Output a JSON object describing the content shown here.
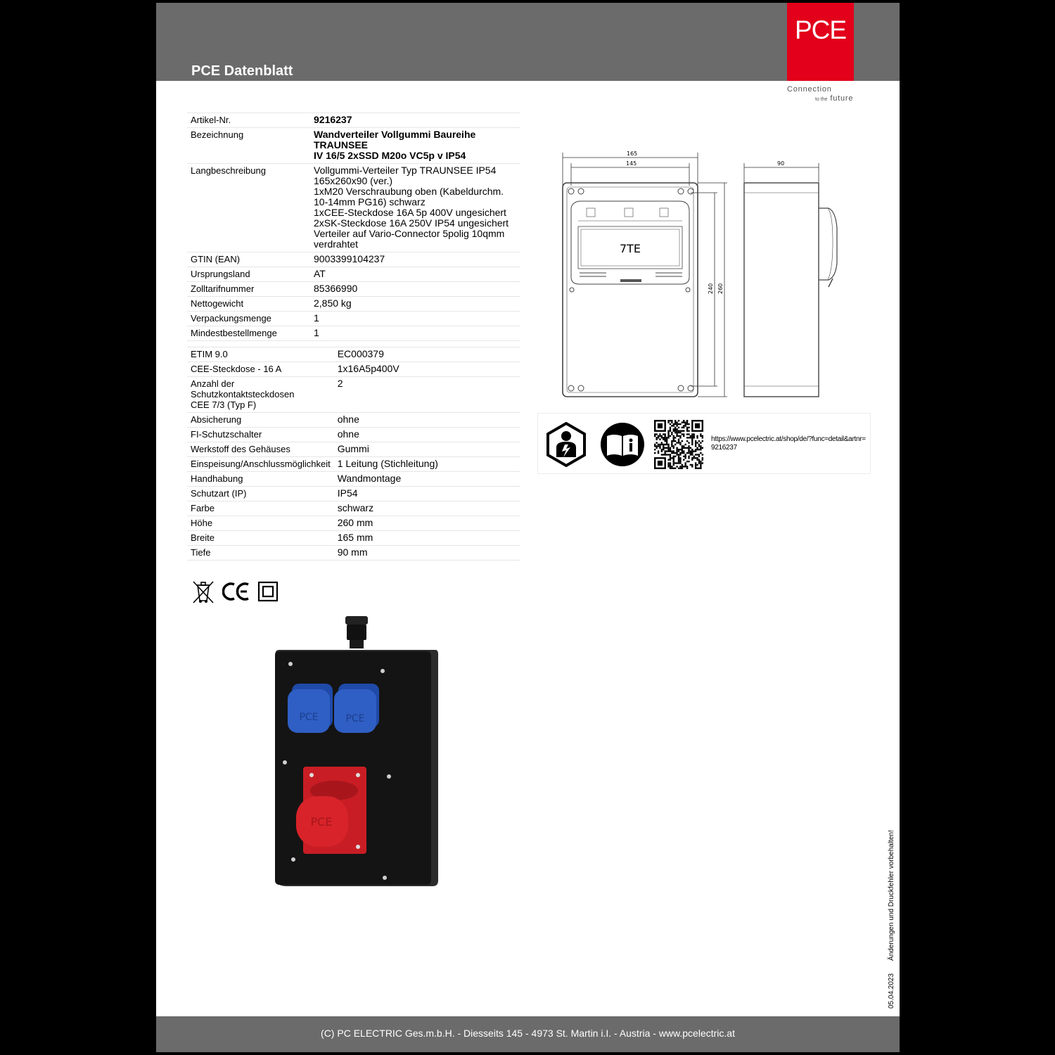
{
  "header": {
    "title": "PCE Datenblatt"
  },
  "brand": {
    "logo_text": "PCE",
    "tagline_line1": "Connection",
    "tagline_small": "to the",
    "tagline_word": "future",
    "color": "#e2001a"
  },
  "main_table": [
    {
      "label": "Artikel-Nr.",
      "value": "9216237",
      "bold": true
    },
    {
      "label": "Bezeichnung",
      "value": "Wandverteiler Vollgummi Baureihe TRAUNSEE\nIV 16/5 2xSSD M20o VC5p v IP54",
      "bold": true
    },
    {
      "label": "Langbeschreibung",
      "value": "Vollgummi-Verteiler Typ TRAUNSEE IP54\n165x260x90 (ver.)\n1xM20 Verschraubung oben (Kabeldurchm.\n10-14mm PG16) schwarz\n1xCEE-Steckdose 16A 5p 400V ungesichert\n2xSK-Steckdose 16A 250V IP54 ungesichert\nVerteiler auf Vario-Connector 5polig 10qmm\nverdrahtet"
    },
    {
      "label": "GTIN (EAN)",
      "value": "9003399104237"
    },
    {
      "label": "Ursprungsland",
      "value": "AT"
    },
    {
      "label": "Zolltarifnummer",
      "value": "85366990"
    },
    {
      "label": "Nettogewicht",
      "value": "2,850 kg"
    },
    {
      "label": "Verpackungsmenge",
      "value": "1"
    },
    {
      "label": "Mindestbestellmenge",
      "value": "1"
    }
  ],
  "etim_table": [
    {
      "label": "ETIM 9.0",
      "value": "EC000379"
    },
    {
      "label": "CEE-Steckdose - 16 A",
      "value": "1x16A5p400V"
    },
    {
      "label": "Anzahl der\nSchutzkontaktsteckdosen\nCEE 7/3 (Typ F)",
      "value": "2"
    },
    {
      "label": "Absicherung",
      "value": "ohne"
    },
    {
      "label": "FI-Schutzschalter",
      "value": "ohne"
    },
    {
      "label": "Werkstoff des Gehäuses",
      "value": "Gummi"
    },
    {
      "label": "Einspeisung/Anschlussmöglichkeit",
      "value": "1 Leitung (Stichleitung)"
    },
    {
      "label": "Handhabung",
      "value": "Wandmontage"
    },
    {
      "label": "Schutzart (IP)",
      "value": "IP54"
    },
    {
      "label": "Farbe",
      "value": "schwarz"
    },
    {
      "label": "Höhe",
      "value": "260 mm"
    },
    {
      "label": "Breite",
      "value": "165 mm"
    },
    {
      "label": "Tiefe",
      "value": "90 mm"
    }
  ],
  "drawing": {
    "width_outer": "165",
    "width_inner": "145",
    "depth": "90",
    "height_inner": "240",
    "height_outer": "260",
    "module_label": "7TE"
  },
  "info_panel": {
    "icons": [
      "electrician-warning-icon",
      "read-manual-icon",
      "qr-code-icon"
    ],
    "url": "https://www.pcelectric.at/shop/de/?func=detail&artnr=9216237"
  },
  "certifications": [
    "weee-icon",
    "ce-mark-icon",
    "protection-class-2-icon"
  ],
  "product_image": {
    "brand_text": "PCE",
    "socket_blue": "#2f5fc4",
    "socket_red": "#d8232a"
  },
  "side_note": {
    "date": "05.04.2023",
    "text": "Änderungen und Druckfehler vorbehalten!"
  },
  "footer": {
    "text": "(C) PC ELECTRIC Ges.m.b.H. - Diesseits 145 - 4973 St. Martin i.I. - Austria - www.pcelectric.at"
  }
}
